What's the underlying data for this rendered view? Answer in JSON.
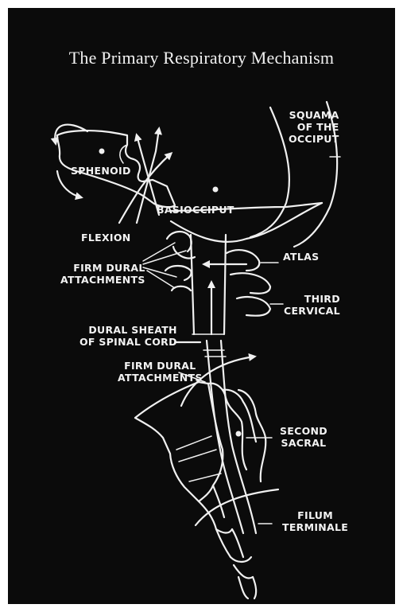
{
  "title": "The Primary Respiratory Mechanism",
  "labels": {
    "sphenoid": "SPHENOID",
    "basiocciput": "BASIOCCIPUT",
    "flexion": "FLEXION",
    "squama_line1": "SQUAMA",
    "squama_line2": "OF THE",
    "squama_line3": "OCCIPUT",
    "firm_dural_1_line1": "FIRM DURAL",
    "firm_dural_1_line2": "ATTACHMENTS",
    "atlas": "ATLAS",
    "third_cervical_line1": "THIRD",
    "third_cervical_line2": "CERVICAL",
    "dural_sheath_line1": "DURAL SHEATH",
    "dural_sheath_line2": "OF SPINAL CORD",
    "firm_dural_2_line1": "FIRM DURAL",
    "firm_dural_2_line2": "ATTACHMENTS",
    "second_sacral_line1": "SECOND",
    "second_sacral_line2": "SACRAL",
    "filum_line1": "FILUM",
    "filum_line2": "TERMINALE"
  }
}
